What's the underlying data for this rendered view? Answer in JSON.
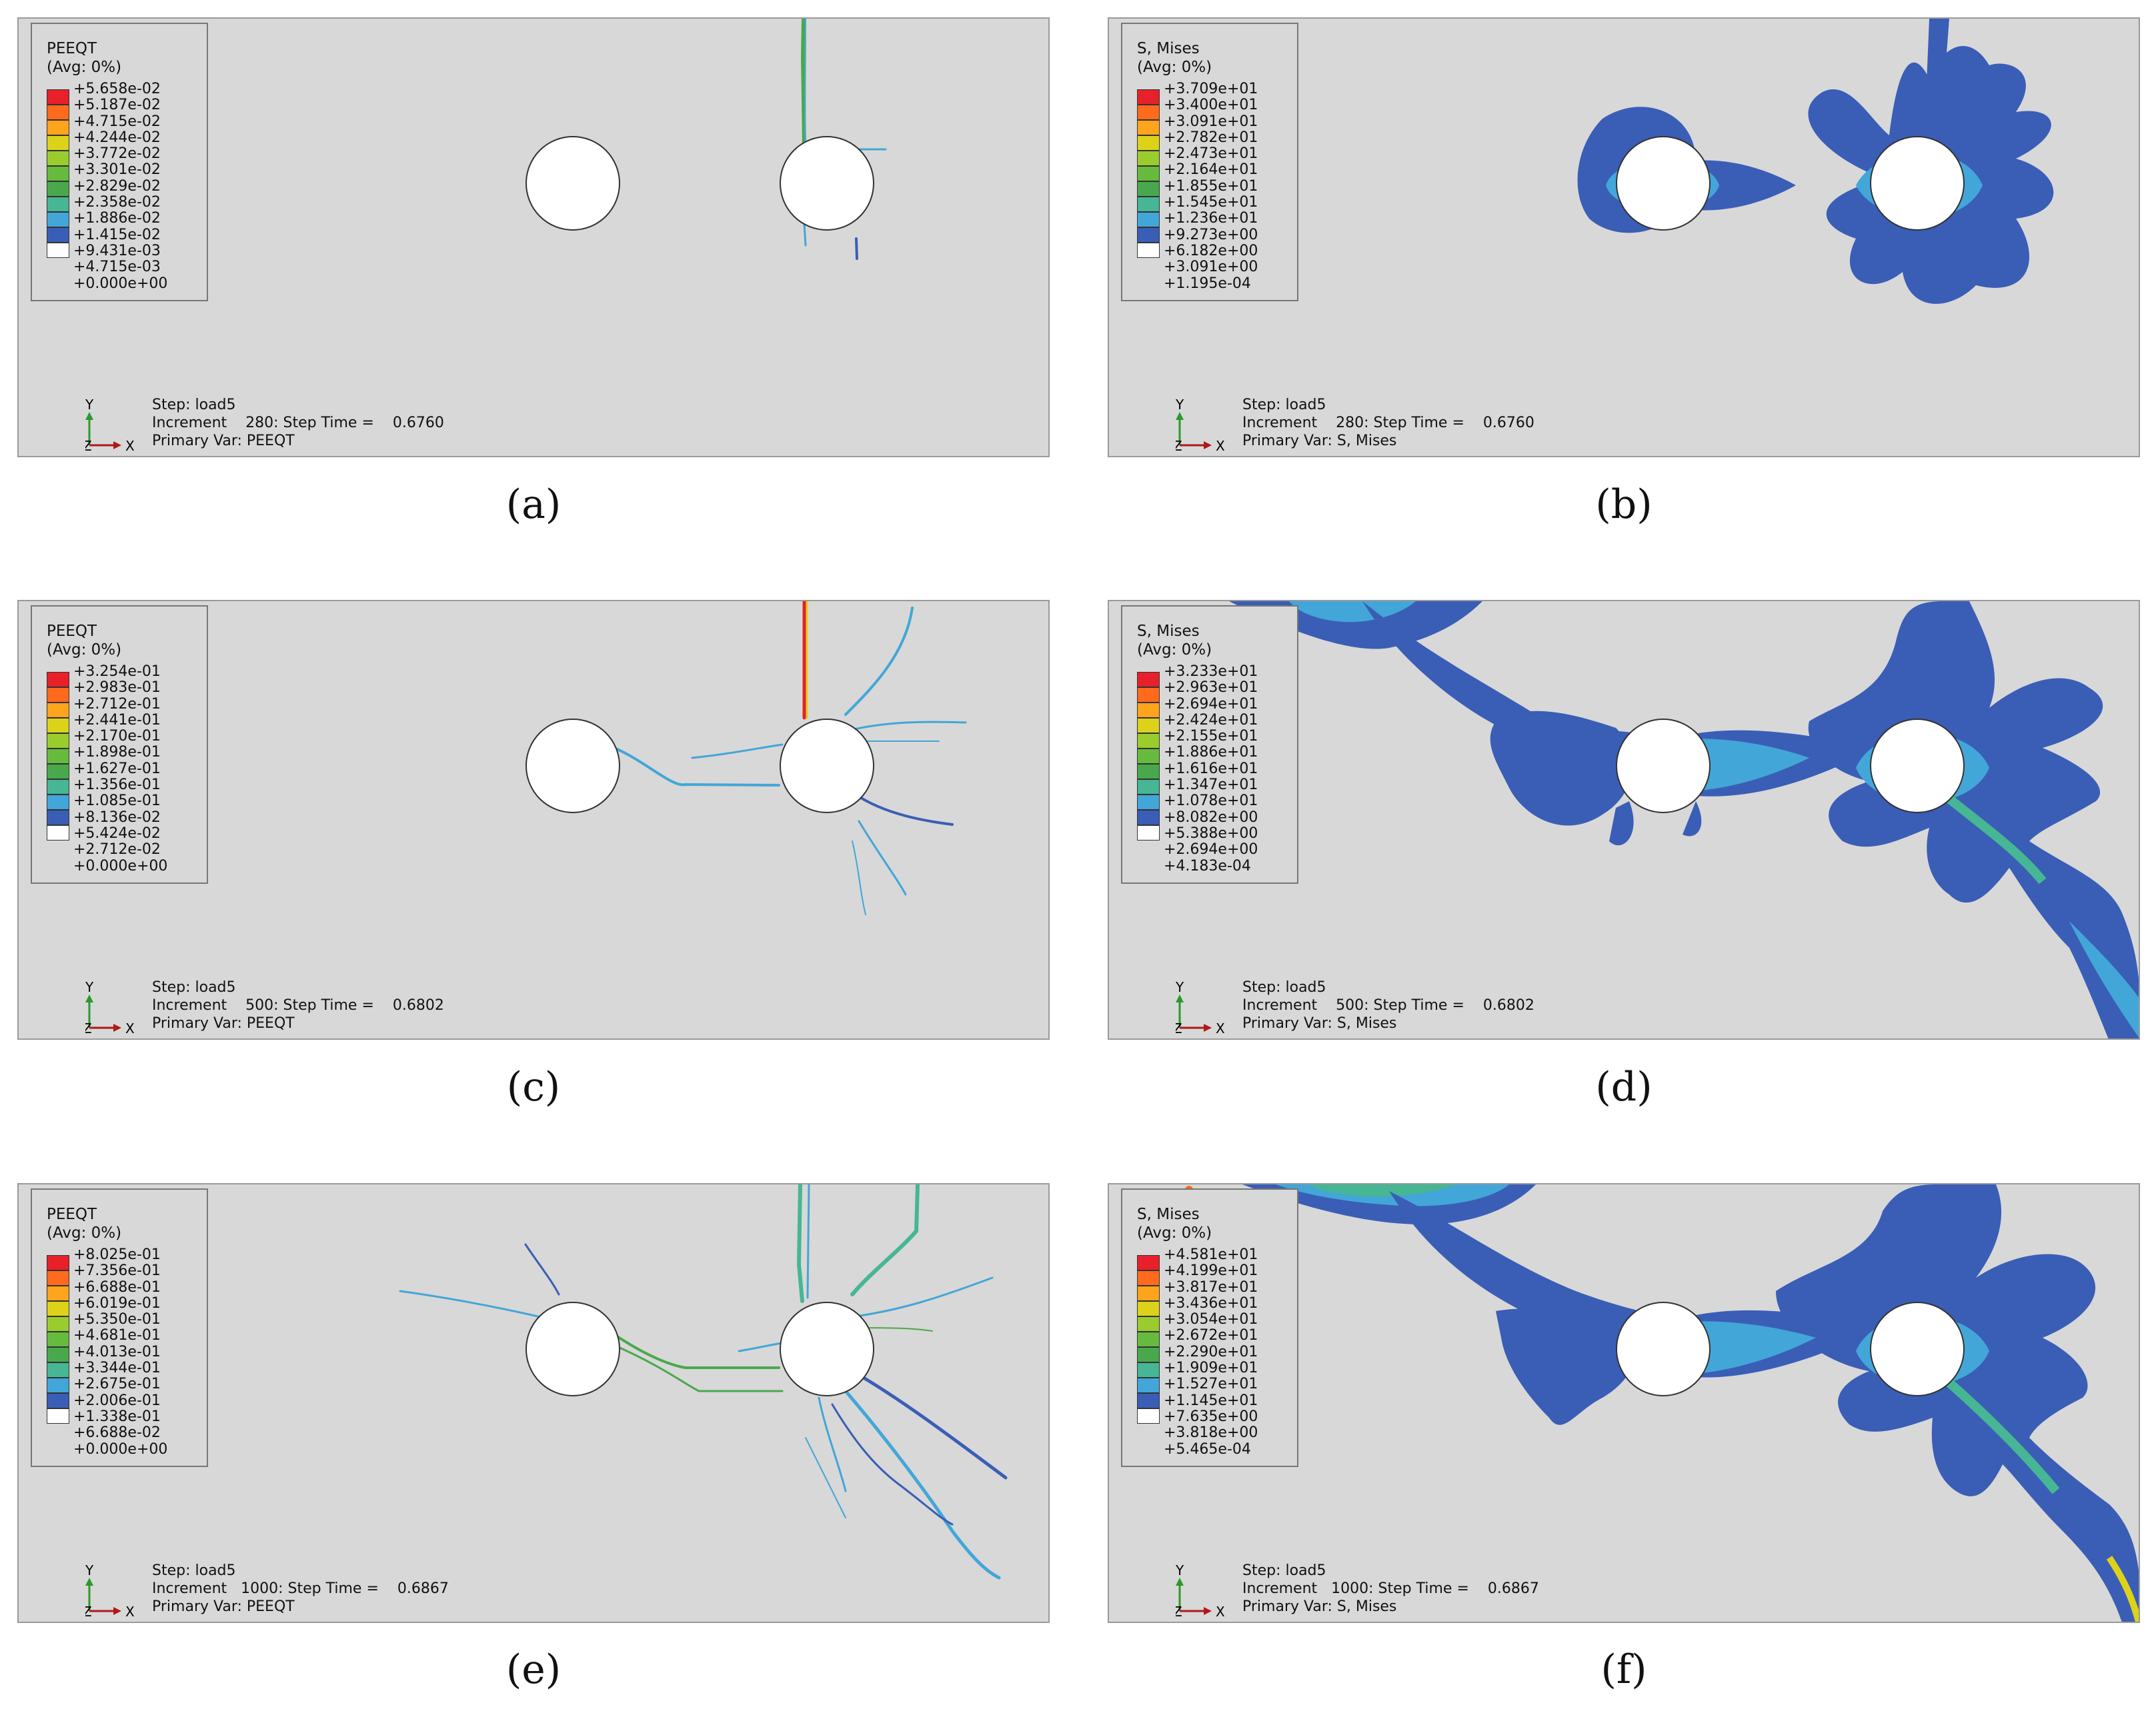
{
  "palette": [
    "#e8202a",
    "#ff6a1c",
    "#ffa41d",
    "#ddd21a",
    "#9bcc2e",
    "#66bb3e",
    "#4aa84c",
    "#46b694",
    "#43a6d8",
    "#3a5eb6",
    "#ffffff"
  ],
  "panels": [
    {
      "id": "a",
      "title": "PEEQT",
      "avg": "(Avg: 0%)",
      "ticks": [
        "+5.658e-02",
        "+5.187e-02",
        "+4.715e-02",
        "+4.244e-02",
        "+3.772e-02",
        "+3.301e-02",
        "+2.829e-02",
        "+2.358e-02",
        "+1.886e-02",
        "+1.415e-02",
        "+9.431e-03",
        "+4.715e-03",
        "+0.000e+00"
      ],
      "step": "Step: load5",
      "increment": "Increment    280: Step Time =    0.6760",
      "primary": "Primary Var: PEEQT",
      "caption": "(a)"
    },
    {
      "id": "b",
      "title": "S, Mises",
      "avg": "(Avg: 0%)",
      "ticks": [
        "+3.709e+01",
        "+3.400e+01",
        "+3.091e+01",
        "+2.782e+01",
        "+2.473e+01",
        "+2.164e+01",
        "+1.855e+01",
        "+1.545e+01",
        "+1.236e+01",
        "+9.273e+00",
        "+6.182e+00",
        "+3.091e+00",
        "+1.195e-04"
      ],
      "step": "Step: load5",
      "increment": "Increment    280: Step Time =    0.6760",
      "primary": "Primary Var: S, Mises",
      "caption": "(b)"
    },
    {
      "id": "c",
      "title": "PEEQT",
      "avg": "(Avg: 0%)",
      "ticks": [
        "+3.254e-01",
        "+2.983e-01",
        "+2.712e-01",
        "+2.441e-01",
        "+2.170e-01",
        "+1.898e-01",
        "+1.627e-01",
        "+1.356e-01",
        "+1.085e-01",
        "+8.136e-02",
        "+5.424e-02",
        "+2.712e-02",
        "+0.000e+00"
      ],
      "step": "Step: load5",
      "increment": "Increment    500: Step Time =    0.6802",
      "primary": "Primary Var: PEEQT",
      "caption": "(c)"
    },
    {
      "id": "d",
      "title": "S, Mises",
      "avg": "(Avg: 0%)",
      "ticks": [
        "+3.233e+01",
        "+2.963e+01",
        "+2.694e+01",
        "+2.424e+01",
        "+2.155e+01",
        "+1.886e+01",
        "+1.616e+01",
        "+1.347e+01",
        "+1.078e+01",
        "+8.082e+00",
        "+5.388e+00",
        "+2.694e+00",
        "+4.183e-04"
      ],
      "step": "Step: load5",
      "increment": "Increment    500: Step Time =    0.6802",
      "primary": "Primary Var: S, Mises",
      "caption": "(d)"
    },
    {
      "id": "e",
      "title": "PEEQT",
      "avg": "(Avg: 0%)",
      "ticks": [
        "+8.025e-01",
        "+7.356e-01",
        "+6.688e-01",
        "+6.019e-01",
        "+5.350e-01",
        "+4.681e-01",
        "+4.013e-01",
        "+3.344e-01",
        "+2.675e-01",
        "+2.006e-01",
        "+1.338e-01",
        "+6.688e-02",
        "+0.000e+00"
      ],
      "step": "Step: load5",
      "increment": "Increment   1000: Step Time =    0.6867",
      "primary": "Primary Var: PEEQT",
      "caption": "(e)"
    },
    {
      "id": "f",
      "title": "S, Mises",
      "avg": "(Avg: 0%)",
      "ticks": [
        "+4.581e+01",
        "+4.199e+01",
        "+3.817e+01",
        "+3.436e+01",
        "+3.054e+01",
        "+2.672e+01",
        "+2.290e+01",
        "+1.909e+01",
        "+1.527e+01",
        "+1.145e+01",
        "+7.635e+00",
        "+3.818e+00",
        "+5.465e-04"
      ],
      "step": "Step: load5",
      "increment": "Increment   1000: Step Time =    0.6867",
      "primary": "Primary Var: S, Mises",
      "caption": "(f)"
    }
  ],
  "axis": {
    "y": "Y",
    "x": "X",
    "z": "Z"
  }
}
